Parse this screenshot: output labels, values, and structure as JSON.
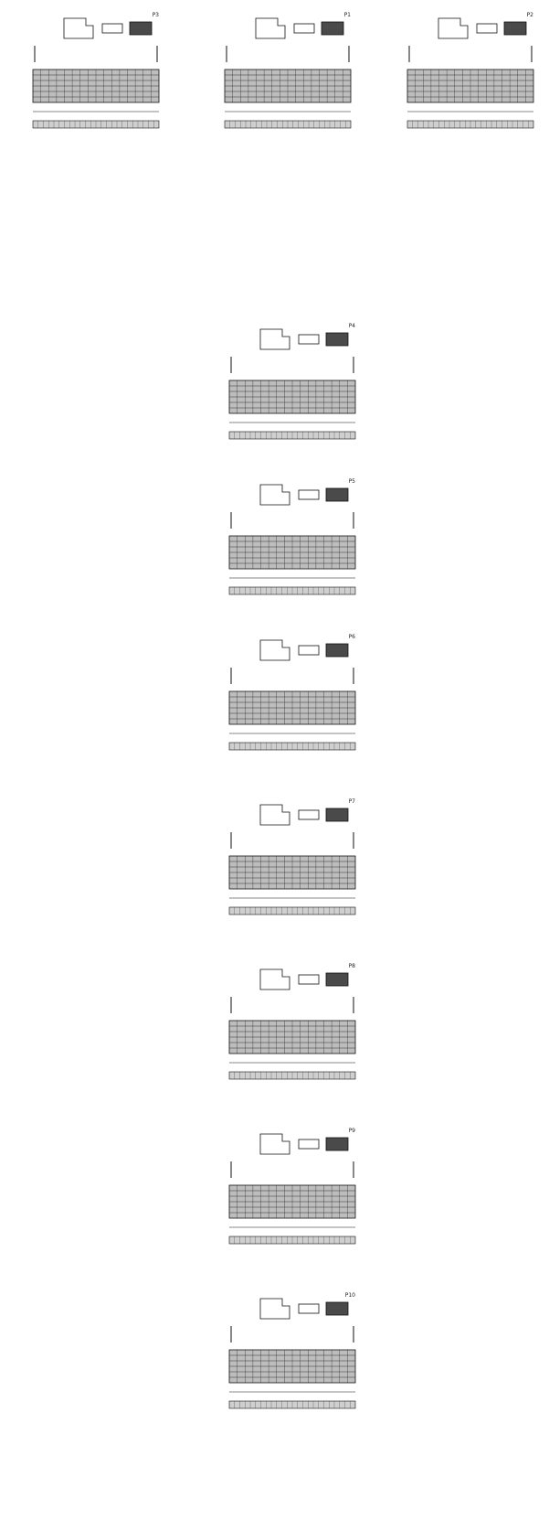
{
  "drawing": {
    "ink_color": "#111111",
    "cage_fill": "#bdbdbd",
    "hatch_color": "#333333",
    "panels": [
      {
        "title": "P3",
        "dim_main": "",
        "dim_lower": "",
        "note": "",
        "base_text": ""
      },
      {
        "title": "P1",
        "dim_main": "",
        "dim_lower": "",
        "note": "",
        "base_text": ""
      },
      {
        "title": "P2",
        "dim_main": "",
        "dim_lower": "",
        "note": "",
        "base_text": ""
      },
      {
        "title": "P4",
        "dim_main": "",
        "dim_lower": "",
        "note": "",
        "base_text": ""
      },
      {
        "title": "P5",
        "dim_main": "",
        "dim_lower": "",
        "note": "",
        "base_text": ""
      },
      {
        "title": "P6",
        "dim_main": "",
        "dim_lower": "",
        "note": "",
        "base_text": ""
      },
      {
        "title": "P7",
        "dim_main": "",
        "dim_lower": "",
        "note": "",
        "base_text": ""
      },
      {
        "title": "P8",
        "dim_main": "",
        "dim_lower": "",
        "note": "",
        "base_text": ""
      },
      {
        "title": "P9",
        "dim_main": "",
        "dim_lower": "",
        "note": "",
        "base_text": ""
      },
      {
        "title": "P10",
        "dim_main": "",
        "dim_lower": "",
        "note": "",
        "base_text": ""
      },
      {
        "title": "P11",
        "dim_main": "",
        "dim_lower": "",
        "note": "",
        "base_text": ""
      },
      {
        "title": "P12",
        "dim_main": "",
        "dim_lower": "",
        "note": "",
        "base_text": ""
      }
    ]
  }
}
